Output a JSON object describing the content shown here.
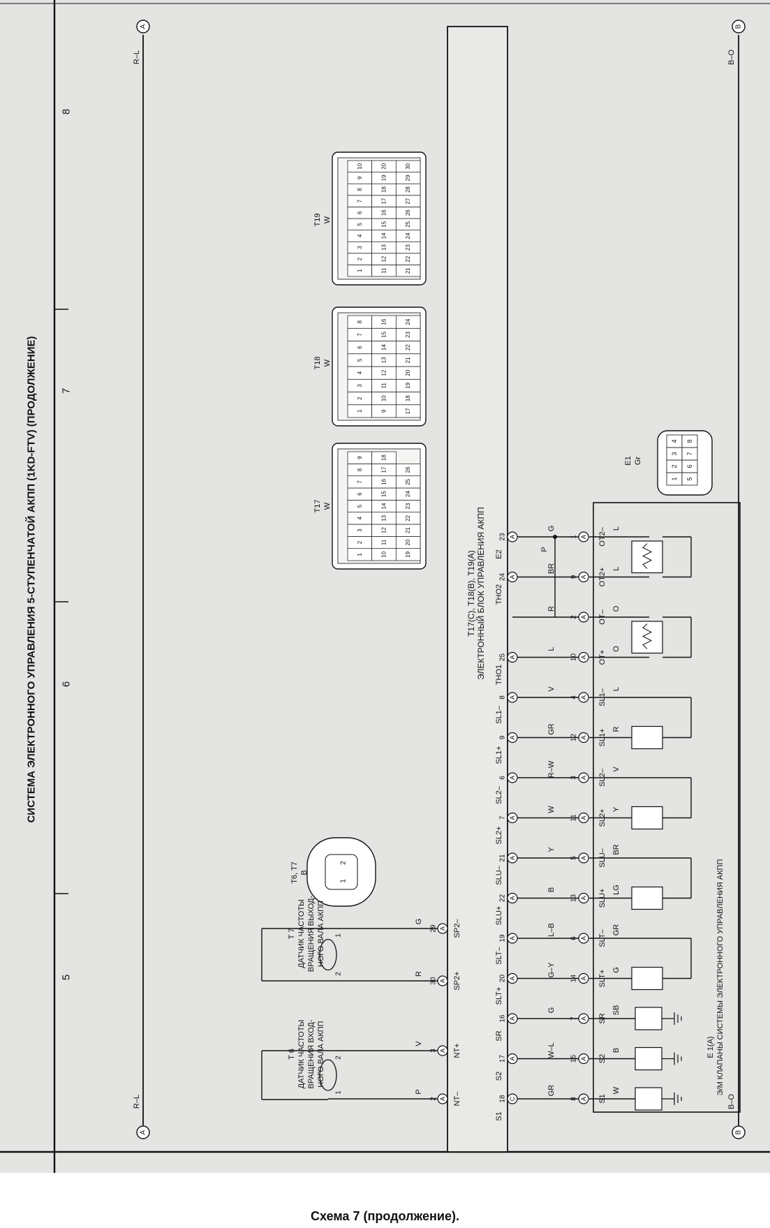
{
  "title": "СИСТЕМА ЭЛЕКТРОННОГО УПРАВЛЕНИЯ 5-СТУПЕНЧАТОЙ АКПП (1KD-FTV) (ПРОДОЛЖЕНИЕ)",
  "caption": "Схема 7 (продолжение).",
  "zones": [
    "5",
    "6",
    "7",
    "8"
  ],
  "bus_labels": {
    "left_top": "R–L",
    "left_bottom": "B–O",
    "right_top": "R–L",
    "right_bottom": "B–O",
    "left_marker_a": "A",
    "left_marker_b": "B",
    "right_marker_a": "A",
    "right_marker_b": "B"
  },
  "ecu": {
    "label_line1": "T17(C), T18(B), T19(A)",
    "label_line2": "ЭЛЕКТРОННЫЙ БЛОК УПРАВЛЕНИЯ АКПП"
  },
  "sensors": {
    "t6": {
      "name": "T 6",
      "line1": "ДАТЧИК ЧАСТОТЫ",
      "line2": "ВРАЩЕНИЯ ВХОД-",
      "line3": "НОГО ВАЛА АКПП",
      "pin1": "1",
      "pin2": "2"
    },
    "t7": {
      "name": "T 7",
      "line1": "ДАТЧИК ЧАСТОТЫ",
      "line2": "ВРАЩЕНИЯ ВЫХОД-",
      "line3": "НОГО ВАЛА АКПП",
      "pin1": "2",
      "pin2": "1"
    }
  },
  "upper_terminals": [
    {
      "name": "NT–",
      "pin": "2",
      "conn": "A",
      "wire": "P"
    },
    {
      "name": "NT+",
      "pin": "3",
      "conn": "A",
      "wire": "V"
    },
    {
      "name": "SP2+",
      "pin": "30",
      "conn": "A",
      "wire": "R"
    },
    {
      "name": "SP2–",
      "pin": "29",
      "conn": "A",
      "wire": "G"
    }
  ],
  "terminals": [
    {
      "ecu": "S1",
      "ecu_pin": "18",
      "ecu_conn": "C",
      "wire": "GR",
      "sol_pin": "8",
      "sol": "S1",
      "sol_wire": "W"
    },
    {
      "ecu": "S2",
      "ecu_pin": "17",
      "ecu_conn": "A",
      "wire": "W–L",
      "sol_pin": "15",
      "sol": "S2",
      "sol_wire": "B"
    },
    {
      "ecu": "SR",
      "ecu_pin": "16",
      "ecu_conn": "A",
      "wire": "G",
      "sol_pin": "7",
      "sol": "SR",
      "sol_wire": "SB"
    },
    {
      "ecu": "SLT+",
      "ecu_pin": "20",
      "ecu_conn": "A",
      "wire": "G–Y",
      "sol_pin": "14",
      "sol": "SLT+",
      "sol_wire": "G"
    },
    {
      "ecu": "SLT–",
      "ecu_pin": "19",
      "ecu_conn": "A",
      "wire": "L–B",
      "sol_pin": "6",
      "sol": "SLT–",
      "sol_wire": "GR"
    },
    {
      "ecu": "SLU+",
      "ecu_pin": "22",
      "ecu_conn": "A",
      "wire": "B",
      "sol_pin": "13",
      "sol": "SLU+",
      "sol_wire": "LG"
    },
    {
      "ecu": "SLU–",
      "ecu_pin": "21",
      "ecu_conn": "A",
      "wire": "Y",
      "sol_pin": "5",
      "sol": "SLU–",
      "sol_wire": "BR"
    },
    {
      "ecu": "SL2+",
      "ecu_pin": "7",
      "ecu_conn": "A",
      "wire": "W",
      "sol_pin": "11",
      "sol": "SL2+",
      "sol_wire": "Y"
    },
    {
      "ecu": "SL2–",
      "ecu_pin": "6",
      "ecu_conn": "A",
      "wire": "R–W",
      "sol_pin": "3",
      "sol": "SL2–",
      "sol_wire": "V"
    },
    {
      "ecu": "SL1+",
      "ecu_pin": "9",
      "ecu_conn": "A",
      "wire": "GR",
      "sol_pin": "12",
      "sol": "SL1+",
      "sol_wire": "R"
    },
    {
      "ecu": "SL1–",
      "ecu_pin": "8",
      "ecu_conn": "A",
      "wire": "V",
      "sol_pin": "4",
      "sol": "SL1–",
      "sol_wire": "L"
    },
    {
      "ecu": "THO1",
      "ecu_pin": "25",
      "ecu_conn": "A",
      "wire": "L",
      "sol_pin": "10",
      "sol": "OT+",
      "sol_wire": "O"
    },
    {
      "ecu": "",
      "ecu_pin": "",
      "ecu_conn": "",
      "wire": "R",
      "sol_pin": "2",
      "sol": "OT–",
      "sol_wire": "O"
    },
    {
      "ecu": "THO2",
      "ecu_pin": "24",
      "ecu_conn": "A",
      "wire": "BR",
      "sol_pin": "9",
      "sol": "OT2+",
      "sol_wire": "L"
    },
    {
      "ecu": "E2",
      "ecu_pin": "23",
      "ecu_conn": "A",
      "wire": "G",
      "sol_pin": "1",
      "sol": "OT2–",
      "sol_wire": "L"
    }
  ],
  "e2_wire_p": "P",
  "e1": {
    "label_line1": "E 1(A)",
    "label_line2": "Э/М КЛАПАНЫ СИСТЕМЫ ЭЛЕКТРОННОГО УПРАВЛЕНИЯ АКПП"
  },
  "connectors": [
    {
      "name": "T6, T7",
      "color": "B",
      "pins": [
        "1",
        "2"
      ]
    },
    {
      "name": "T17",
      "color": "W",
      "pins": [
        "1",
        "2",
        "3",
        "4",
        "5",
        "6",
        "7",
        "8",
        "9",
        "10",
        "11",
        "12",
        "13",
        "14",
        "15",
        "16",
        "17",
        "18",
        "19",
        "20",
        "21",
        "22",
        "23",
        "24",
        "25",
        "26"
      ]
    },
    {
      "name": "T18",
      "color": "W",
      "pins": [
        "1",
        "2",
        "3",
        "4",
        "5",
        "6",
        "7",
        "8",
        "9",
        "10",
        "11",
        "12",
        "13",
        "14",
        "15",
        "16",
        "17",
        "18",
        "19",
        "20",
        "21",
        "22",
        "23",
        "24"
      ]
    },
    {
      "name": "T19",
      "color": "W",
      "pins": [
        "1",
        "2",
        "3",
        "4",
        "5",
        "6",
        "7",
        "8",
        "9",
        "10",
        "11",
        "12",
        "13",
        "14",
        "15",
        "16",
        "17",
        "18",
        "19",
        "20",
        "21",
        "22",
        "23",
        "24",
        "25",
        "26",
        "27",
        "28",
        "29",
        "30"
      ]
    },
    {
      "name": "E1",
      "color": "Gr",
      "pins": [
        "1",
        "2",
        "3",
        "4",
        "5",
        "6",
        "7",
        "8"
      ]
    }
  ]
}
